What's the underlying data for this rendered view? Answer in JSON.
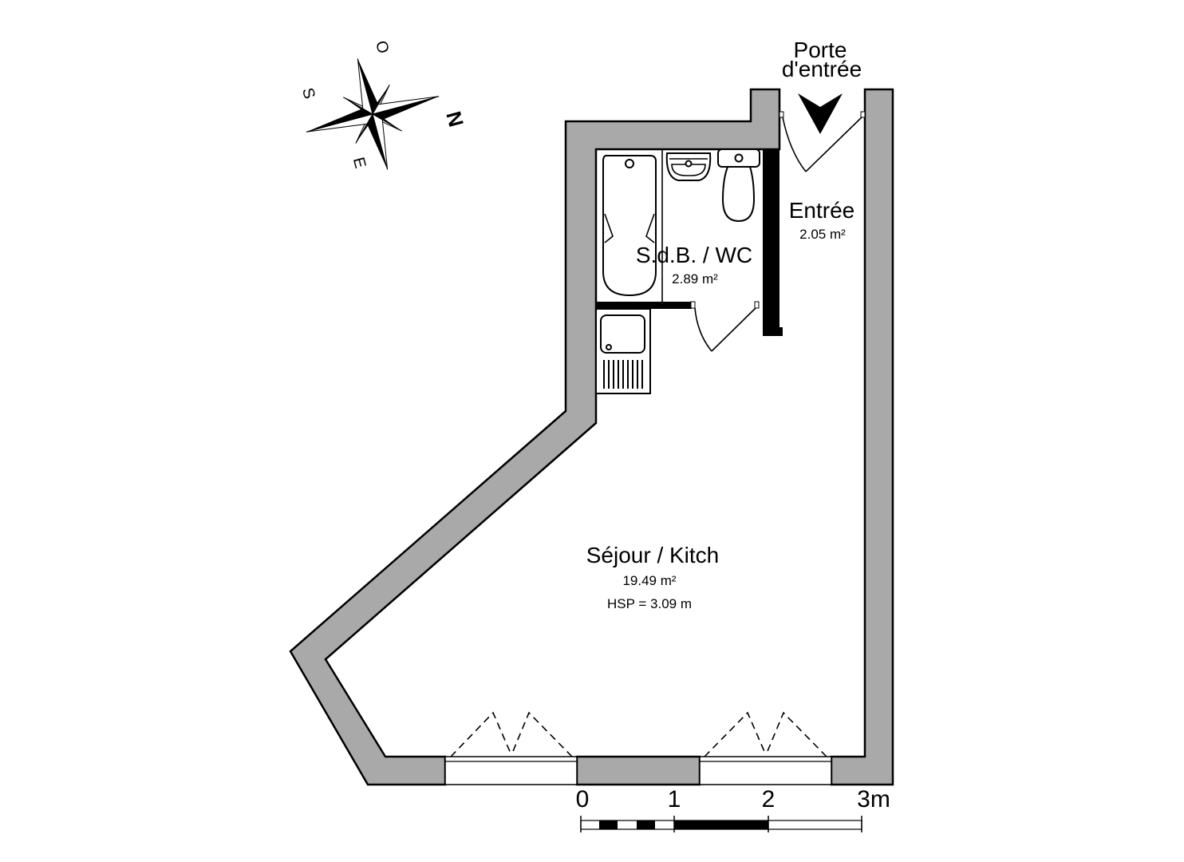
{
  "plan": {
    "title": "Floor plan",
    "entrance": {
      "line1": "Porte",
      "line2": "d'entrée",
      "icon": "entrance-arrow-icon"
    },
    "rooms": [
      {
        "id": "sdb",
        "name": "S.d.B. / WC",
        "area": "2.89 m²"
      },
      {
        "id": "entree",
        "name": "Entrée",
        "area": "2.05 m²"
      },
      {
        "id": "sejour",
        "name": "Séjour / Kitch",
        "area": "19.49 m²",
        "note": "HSP = 3.09 m"
      }
    ],
    "compass": {
      "north": "N",
      "south": "S",
      "east": "E",
      "west": "O",
      "icon": "compass-rose-icon"
    },
    "scale_bar": {
      "ticks": [
        "0",
        "1",
        "2",
        "3m"
      ],
      "unit": "m",
      "length_m": 3
    },
    "colors": {
      "wall": "#a9a9a9",
      "structural": "#000000",
      "background": "#ffffff"
    }
  }
}
